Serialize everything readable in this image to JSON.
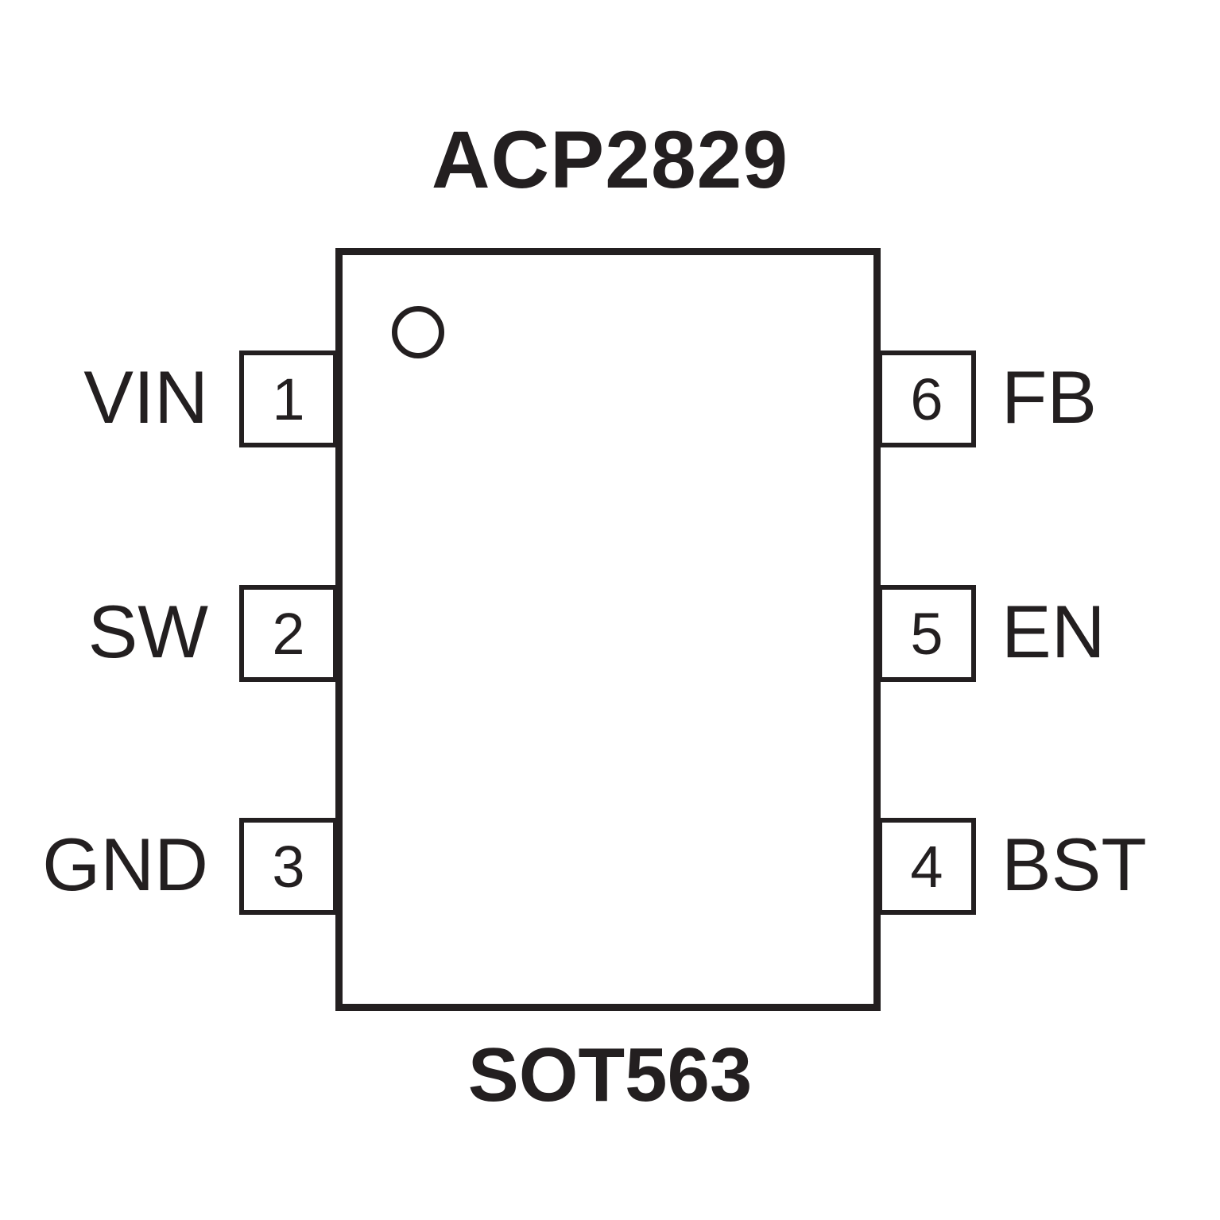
{
  "title": "ACP2829",
  "package": "SOT563",
  "chip": {
    "left_pins": [
      {
        "number": "1",
        "label": "VIN"
      },
      {
        "number": "2",
        "label": "SW"
      },
      {
        "number": "3",
        "label": "GND"
      }
    ],
    "right_pins": [
      {
        "number": "6",
        "label": "FB"
      },
      {
        "number": "5",
        "label": "EN"
      },
      {
        "number": "4",
        "label": "BST"
      }
    ]
  },
  "colors": {
    "line": "#231f20",
    "background": "#ffffff"
  }
}
